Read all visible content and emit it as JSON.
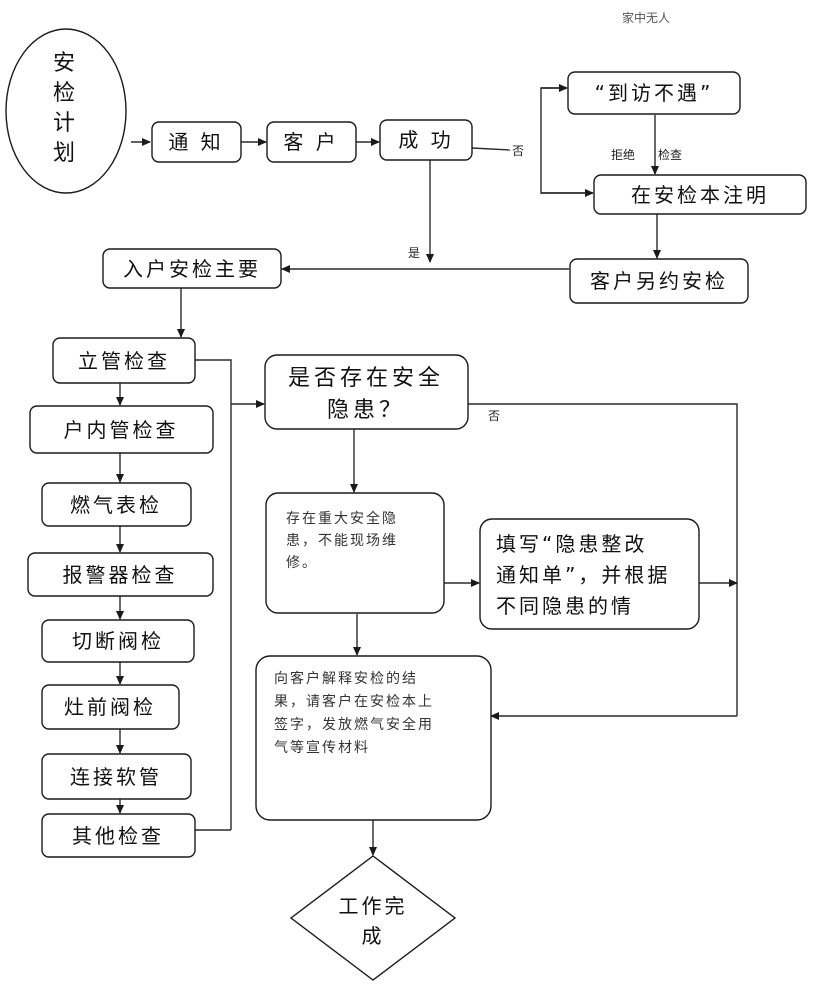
{
  "top_note": "家中无人",
  "nodes": {
    "plan": [
      "安",
      "检",
      "计",
      "划"
    ],
    "notify": "通 知",
    "customer": "客 户",
    "success": "成 功",
    "not_met": "“到访不遇”",
    "note_in_book": "在安检本注明",
    "reschedule": "客户另约安检",
    "main_check": "入户安检主要",
    "riser": "立管检查",
    "indoor_pipe": "户内管检查",
    "meter": "燃气表检",
    "alarm": "报警器检查",
    "shutoff_valve": "切断阀检",
    "stove_valve": "灶前阀检",
    "hose": "连接软管",
    "other": "其他检查",
    "hazard_q": [
      "是否存在安全",
      "隐患？"
    ],
    "major_hazard": [
      "存在重大安全隐",
      "患，不能现场维",
      "修。"
    ],
    "fill_form": [
      "填写“隐患整改",
      "通知单”，并根据",
      "不同隐患的情"
    ],
    "explain": [
      "向客户解释安检的结",
      "果，请客户在安检本上",
      "签字，发放燃气安全用",
      "气等宣传材料"
    ],
    "done": [
      "工作完",
      "成"
    ]
  },
  "edge_labels": {
    "no_success": "否",
    "yes_success": "是",
    "refuse": "拒绝",
    "check": "检查",
    "no_hazard": "否"
  }
}
